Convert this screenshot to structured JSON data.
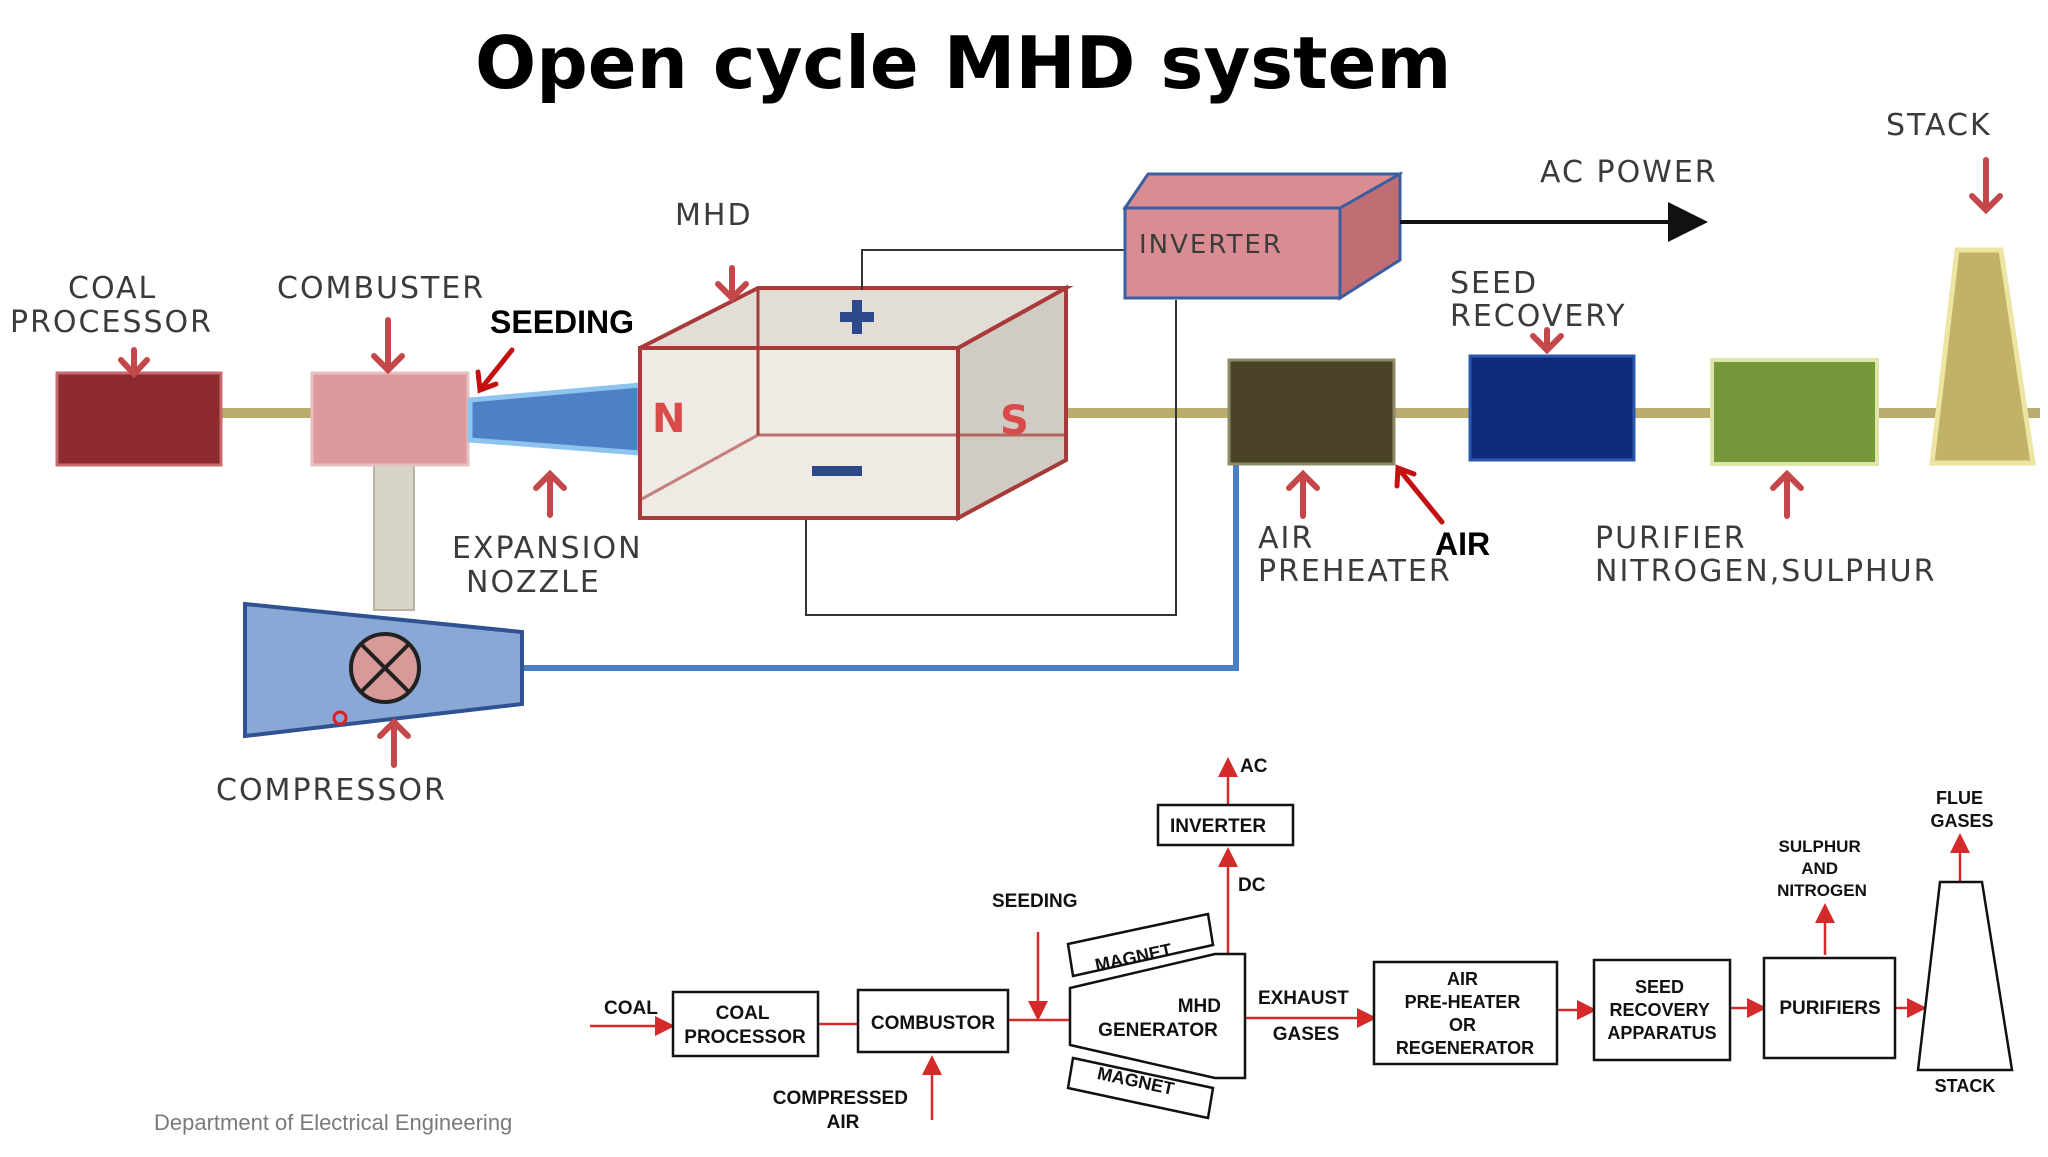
{
  "title": "Open cycle MHD system",
  "footer": "Department of Electrical Engineering",
  "top_diagram": {
    "labels": {
      "coal_processor": [
        "COAL",
        "PROCESSOR"
      ],
      "combuster": "COMBUSTER",
      "seeding": "SEEDING",
      "mhd": "MHD",
      "expansion_nozzle": [
        "EXPANSION",
        "NOZZLE"
      ],
      "inverter": "INVERTER",
      "ac_power": "AC POWER",
      "stack": "STACK",
      "seed_recovery": [
        "SEED",
        "RECOVERY"
      ],
      "air_preheater": [
        "AIR",
        "PREHEATER"
      ],
      "air": "AIR",
      "purifier": [
        "PURIFIER",
        "NITROGEN,SULPHUR"
      ],
      "compressor": "COMPRESSOR",
      "pole_n": "N",
      "pole_s": "S"
    }
  },
  "bottom_diagram": {
    "labels": {
      "ac": "AC",
      "inverter": "INVERTER",
      "dc": "DC",
      "seeding": "SEEDING",
      "magnet_top": "MAGNET",
      "magnet_bottom": "MAGNET",
      "coal": "COAL",
      "coal_processor": [
        "COAL",
        "PROCESSOR"
      ],
      "combustor": "COMBUSTOR",
      "compressed_air": [
        "COMPRESSED",
        "AIR"
      ],
      "mhd_generator": [
        "MHD",
        "GENERATOR"
      ],
      "exhaust_gases": [
        "EXHAUST",
        "GASES"
      ],
      "air_preheater": [
        "AIR",
        "PRE-HEATER",
        "OR",
        "REGENERATOR"
      ],
      "seed_recovery": [
        "SEED",
        "RECOVERY",
        "APPARATUS"
      ],
      "sulphur_nitrogen": [
        "SULPHUR",
        "AND",
        "NITROGEN"
      ],
      "purifiers": "PURIFIERS",
      "flue_gases": [
        "FLUE",
        "GASES"
      ],
      "stack": "STACK"
    }
  },
  "colors": {
    "pipe": "#b9ac6c",
    "coal_processor": "#8e2a2e",
    "combuster": "#dc9a9c",
    "nozzle": "#4f7fc4",
    "mhd_front": "#efebe4",
    "mhd_side": "#d0cbc3",
    "mhd_edge": "#a83a3a",
    "inverter_front": "#d98d92",
    "air_preheater": "#4a4328",
    "seed_recovery": "#0d2a7a",
    "purifier": "#74983a",
    "stack": "#c2b266",
    "compressor": "#8aa8d6",
    "air_line": "#4b7fc4",
    "arrow": "#c4484a",
    "red_arrow": "#c41010"
  }
}
